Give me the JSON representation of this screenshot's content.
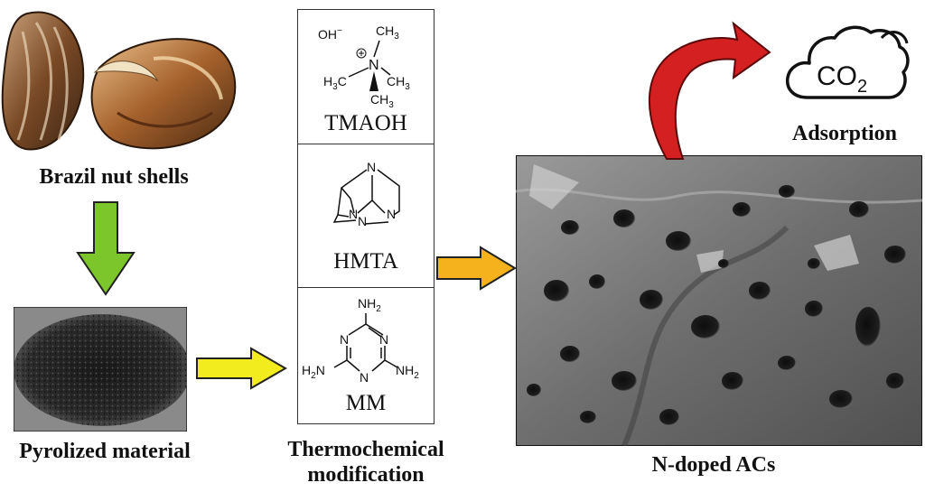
{
  "nodes": {
    "brazil_nut_shells": "Brazil nut shells",
    "pyrolized_material": "Pyrolized material",
    "thermo_line1": "Thermochemical",
    "thermo_line2": "modification",
    "n_doped": "N-doped ACs",
    "adsorption": "Adsorption"
  },
  "reagents": {
    "tmaoh": {
      "name": "TMAOH",
      "oh": "OH",
      "oh_sup": "−",
      "ch3_top": "CH",
      "ch3_left": "H",
      "ch3_right": "CH",
      "ch3_bottom": "CH",
      "n": "N"
    },
    "hmta": {
      "name": "HMTA",
      "n": "N"
    },
    "mm": {
      "name": "MM",
      "nh2_top": "NH",
      "nh2_left": "H",
      "nh2_right": "NH",
      "n": "N"
    }
  },
  "cloud": {
    "co": "CO",
    "sub": "2"
  },
  "colors": {
    "arrow_green": "#7cc52a",
    "arrow_yellow": "#f2ec1e",
    "arrow_orange": "#f5b21c",
    "arrow_red": "#d42020"
  },
  "icons": [
    "cloud-co2-icon"
  ]
}
